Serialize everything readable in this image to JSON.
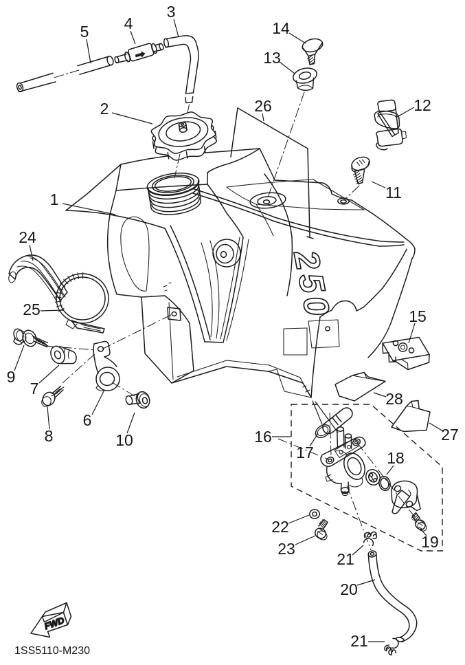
{
  "page": {
    "background": "#ffffff",
    "ink_color": "#1c1c1c",
    "kind": "exploded parts diagram"
  },
  "diagram": {
    "subject": "Fuel tank exploded view",
    "code": "1SS5110-M230",
    "fwd_label": "FWD",
    "tank_decal_text": "250",
    "callouts": [
      {
        "label": "1"
      },
      {
        "label": "2"
      },
      {
        "label": "3"
      },
      {
        "label": "4"
      },
      {
        "label": "5"
      },
      {
        "label": "6"
      },
      {
        "label": "7"
      },
      {
        "label": "8"
      },
      {
        "label": "9"
      },
      {
        "label": "10"
      },
      {
        "label": "11"
      },
      {
        "label": "12"
      },
      {
        "label": "13"
      },
      {
        "label": "14"
      },
      {
        "label": "15"
      },
      {
        "label": "16"
      },
      {
        "label": "17"
      },
      {
        "label": "18"
      },
      {
        "label": "19"
      },
      {
        "label": "20"
      },
      {
        "label": "21"
      },
      {
        "label": "21"
      },
      {
        "label": "22"
      },
      {
        "label": "23"
      },
      {
        "label": "24"
      },
      {
        "label": "25"
      },
      {
        "label": "26"
      },
      {
        "label": "27"
      },
      {
        "label": "28"
      }
    ]
  }
}
